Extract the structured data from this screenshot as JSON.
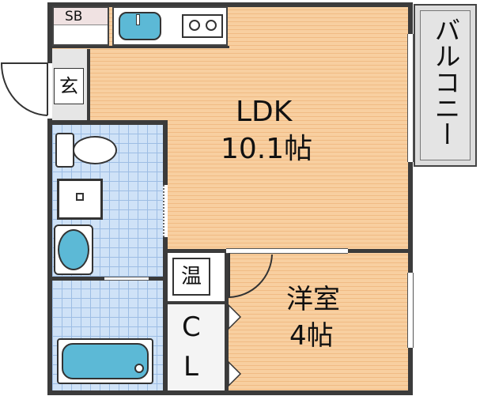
{
  "ldk": {
    "name": "LDK",
    "area": "10.1帖"
  },
  "western_room": {
    "name": "洋室",
    "area": "4帖"
  },
  "balcony": {
    "label": "バルコニー"
  },
  "entrance": {
    "label": "玄"
  },
  "shoebox": {
    "label": "SB"
  },
  "water_heater": {
    "label": "温"
  },
  "closet": {
    "label_c": "C",
    "label_l": "L"
  },
  "colors": {
    "wood_floor": "#f8cfa0",
    "wood_line": "#f0bb84",
    "tile": "#cfe2f7",
    "tile_line": "#9dbde4",
    "fixture": "#5cb9d6",
    "wall": "#3b3b3b",
    "balcony_bg": "#dddddd"
  }
}
